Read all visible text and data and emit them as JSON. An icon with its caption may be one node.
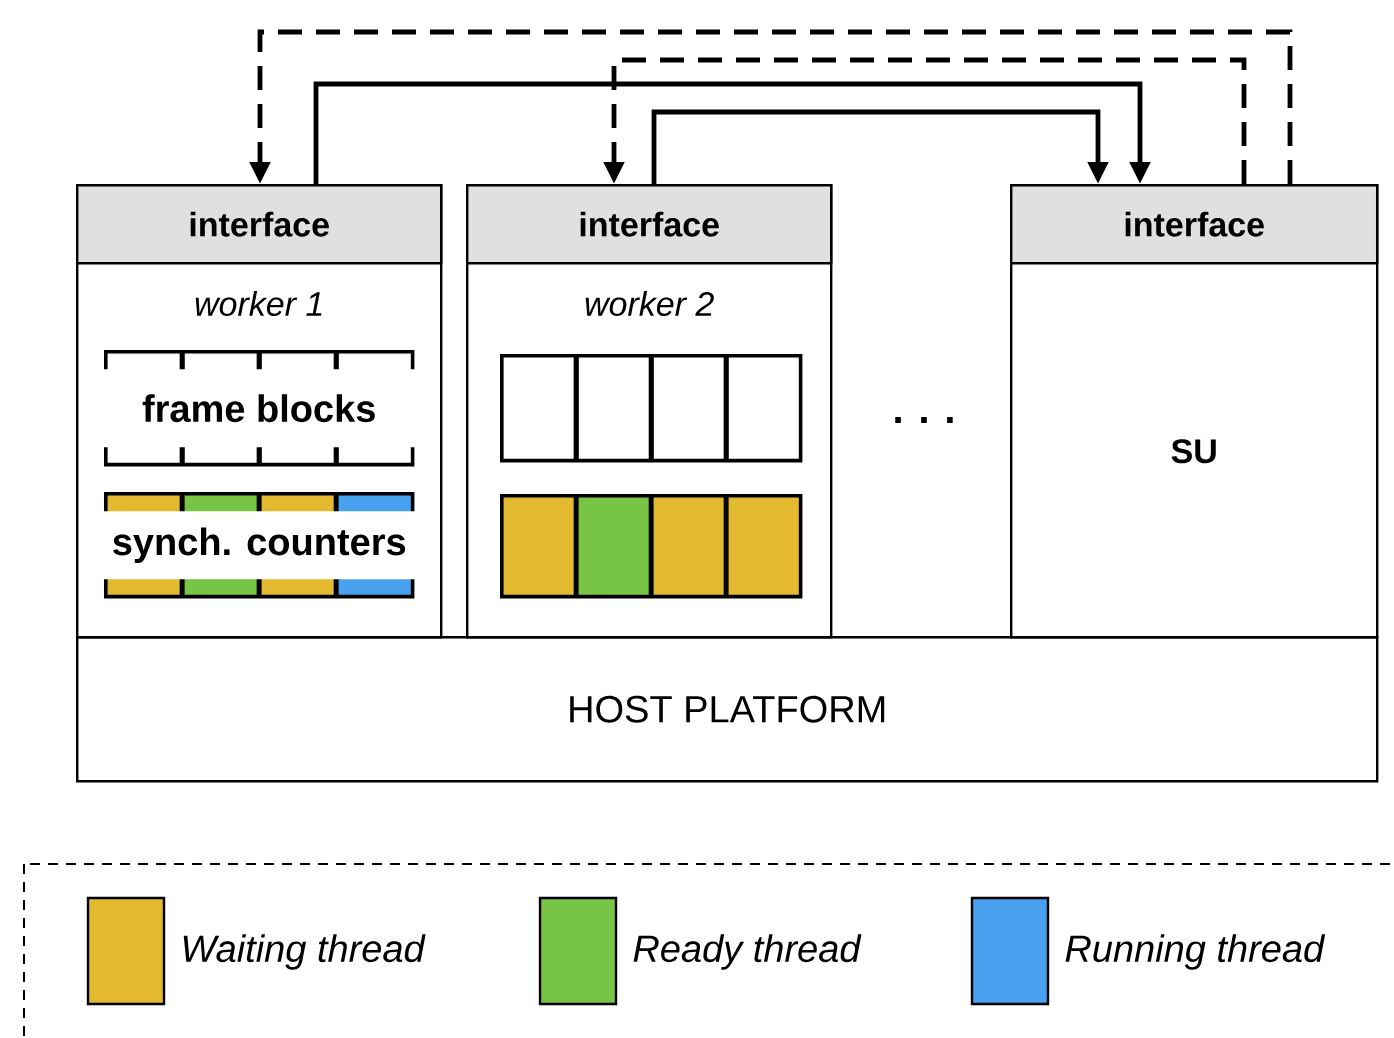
{
  "diagram": {
    "nodes": [
      {
        "text": [
          "worker 1"
        ]
      },
      {
        "text": [
          "interface"
        ],
        "in": 0
      },
      {
        "text": [
          "frame blocks"
        ],
        "in": 0
      },
      {
        "text": [
          "synch. counters"
        ],
        "in": 0
      },
      {
        "text": [
          "worker 2"
        ]
      },
      {
        "text": [
          "interface"
        ],
        "in": 4
      },
      {
        "text": [],
        "shape": "box",
        "in": 4
      },
      {
        "text": [],
        "shape": "box",
        "in": 4
      },
      {
        "text": [
          "SU"
        ]
      },
      {
        "text": [
          "interface"
        ],
        "in": 8
      },
      {
        "text": [
          "HOST PLATFORM"
        ]
      }
    ],
    "edges": [
      {
        "from": 9,
        "to": 1,
        "arrow": "to",
        "style": "dashed"
      },
      {
        "from": 1,
        "to": 9,
        "arrow": "to"
      },
      {
        "from": 9,
        "to": 5,
        "arrow": "to",
        "style": "dashed"
      },
      {
        "from": 5,
        "to": 9,
        "arrow": "to"
      }
    ],
    "labels": [
      ". . ."
    ],
    "legend": [
      {
        "text": "Waiting thread",
        "color": "#e3b930"
      },
      {
        "text": "Ready thread",
        "color": "#78c445"
      },
      {
        "text": "Running thread",
        "color": "#47a1ef"
      }
    ]
  }
}
